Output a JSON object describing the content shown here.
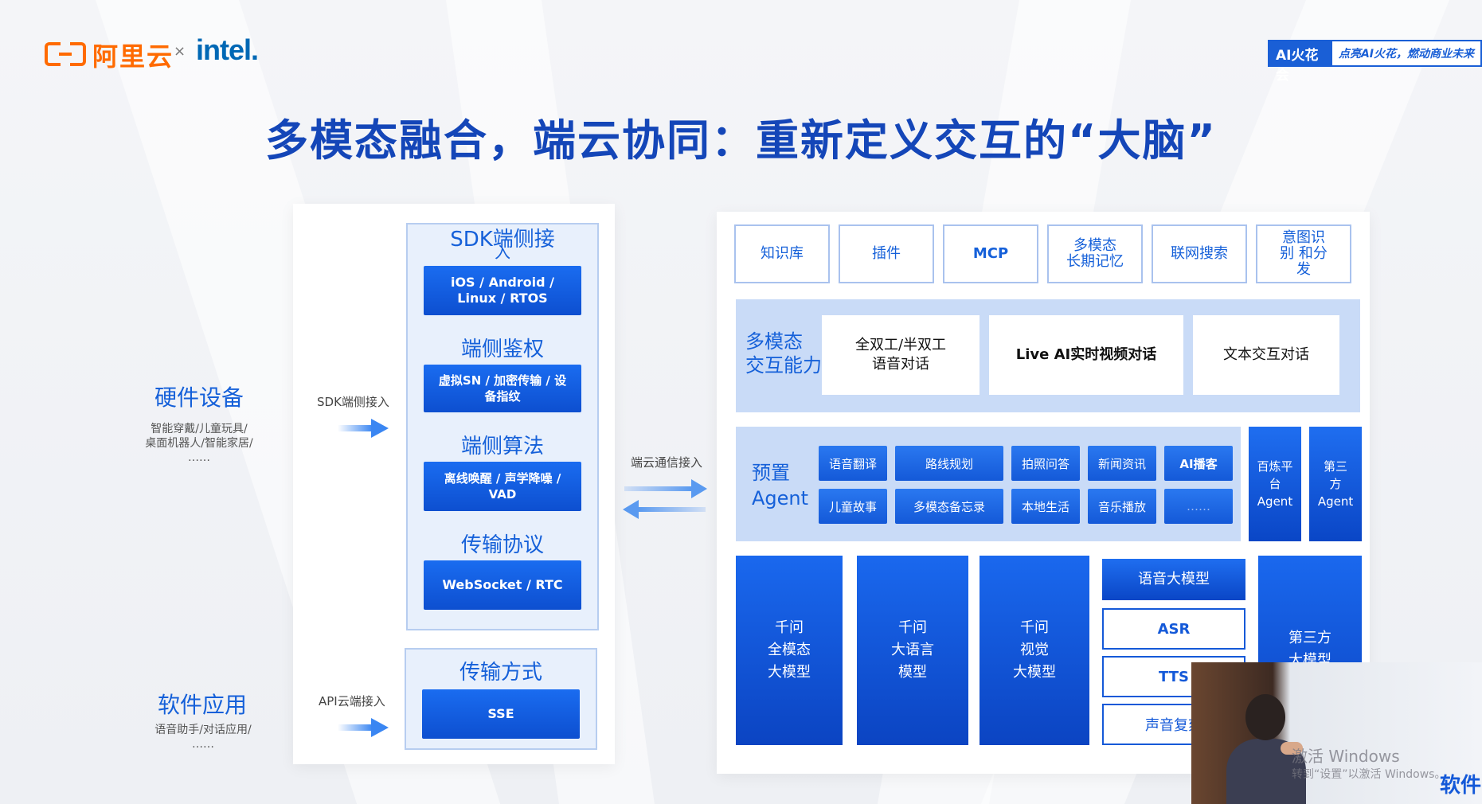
{
  "header": {
    "aliyun_text": "阿里云",
    "times": "×",
    "intel_text": "intel.",
    "badge_a": "AI火花会",
    "badge_b": "点亮AI火花，燃动商业未来",
    "title": "多模态融合，端云协同：重新定义交互的“大脑”"
  },
  "left": {
    "hardware_title": "硬件设备",
    "hardware_desc_1": "智能穿戴/儿童玩具/",
    "hardware_desc_2": "桌面机器人/智能家居/",
    "hardware_desc_3": "……",
    "sdk_label": "SDK端侧接入",
    "software_title": "软件应用",
    "software_desc_1": "语音助手/对话应用/",
    "software_desc_2": "……",
    "api_label": "API云端接入"
  },
  "sdk": {
    "title_1": "SDK端侧接",
    "title_2": "入",
    "platform": "iOS / Android / Linux / RTOS",
    "auth_title": "端侧鉴权",
    "auth_btn": "虚拟SN / 加密传输 / 设备指纹",
    "algo_title": "端侧算法",
    "algo_btn": "离线唤醒 / 声学降噪 / VAD",
    "proto_title": "传输协议",
    "proto_btn": "WebSocket / RTC",
    "method_title": "传输方式",
    "method_btn": "SSE"
  },
  "middle": {
    "label": "端云通信接入"
  },
  "tools": [
    "知识库",
    "插件",
    "MCP",
    "多模态 长期记忆",
    "联网搜索",
    "意图识别 和分发"
  ],
  "multimodal": {
    "title_1": "多模态",
    "title_2": "交互能力",
    "card_1": "全双工/半双工 语音对话",
    "card_2": "Live AI实时视频对话",
    "card_3": "文本交互对话"
  },
  "agents": {
    "title_1": "预置",
    "title_2": "Agent",
    "row1": [
      "语音翻译",
      "路线规划",
      "拍照问答",
      "新闻资讯",
      "AI播客"
    ],
    "row2": [
      "儿童故事",
      "多模态备忘录",
      "本地生活",
      "音乐播放",
      "……"
    ],
    "bailian": "百炼平台 Agent",
    "third_agent": "第三方 Agent"
  },
  "models": {
    "omni": "千问 全模态 大模型",
    "llm": "千问 大语言 模型",
    "vision": "千问 视觉 大模型",
    "speech_title": "语音大模型",
    "asr": "ASR",
    "tts": "TTS",
    "voice_clone": "声音复刻",
    "third_model": "第三方 大模型"
  },
  "overlay": {
    "watermark_1": "激活 Windows",
    "watermark_2": "转到“设置”以激活 Windows。",
    "corner_text": "软件"
  }
}
